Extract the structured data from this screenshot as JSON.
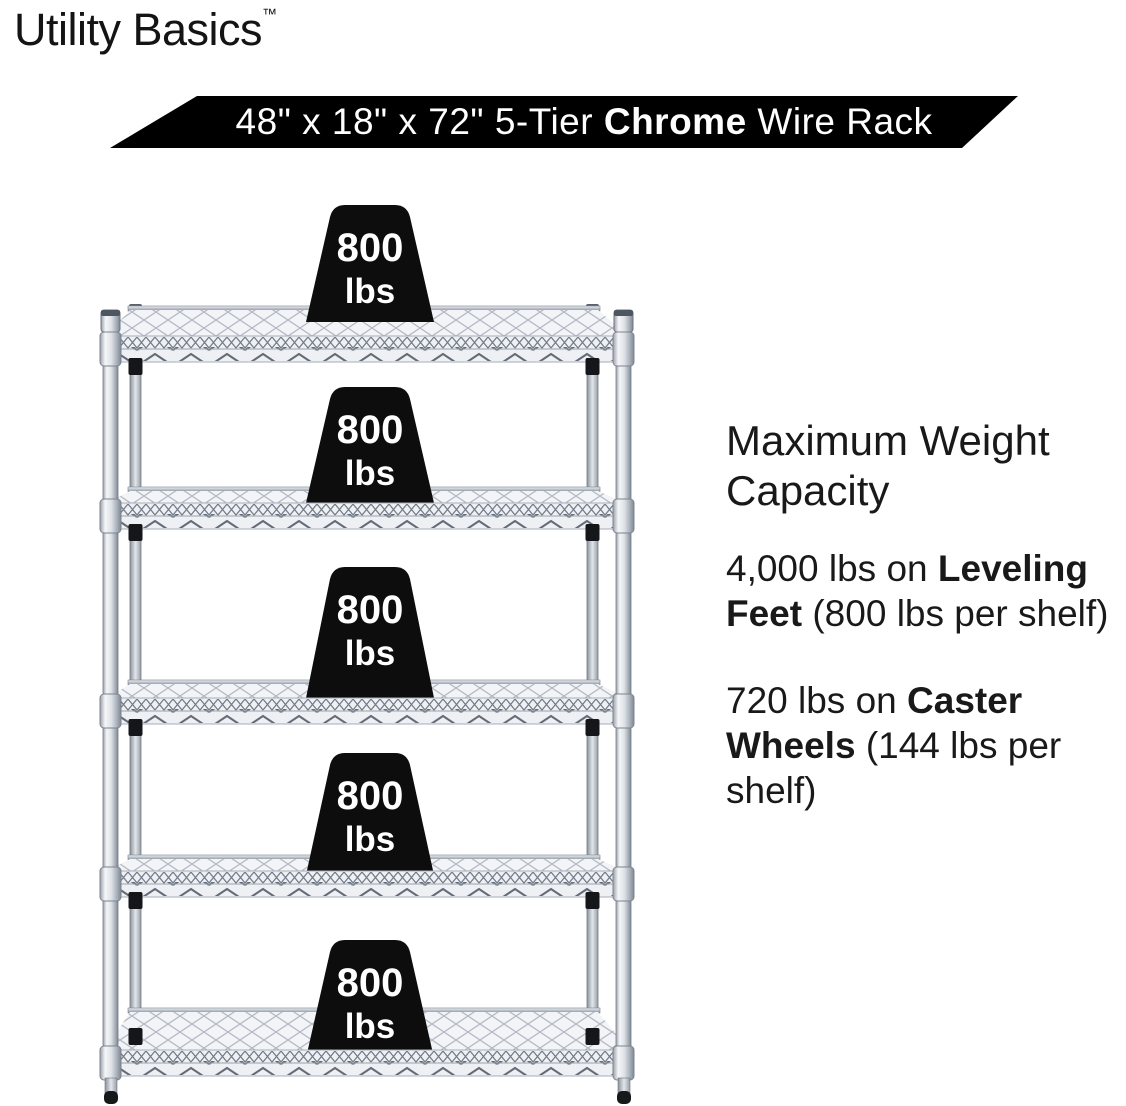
{
  "brand": {
    "name": "Utility Basics",
    "tm": "™"
  },
  "banner": {
    "pre": "48\" x 18\" x 72\" 5-Tier ",
    "bold": "Chrome",
    "post": " Wire Rack"
  },
  "rack": {
    "tiers": 5,
    "per_shelf_capacity": "800 lbs"
  },
  "badges": [
    {
      "value": "800",
      "unit": "lbs"
    },
    {
      "value": "800",
      "unit": "lbs"
    },
    {
      "value": "800",
      "unit": "lbs"
    },
    {
      "value": "800",
      "unit": "lbs"
    },
    {
      "value": "800",
      "unit": "lbs"
    }
  ],
  "specs": {
    "heading": "Maximum Weight Capacity",
    "p1": {
      "pre": "4,000 lbs on ",
      "bold": "Leveling Feet",
      "post": " (800 lbs per shelf)"
    },
    "p2": {
      "pre": "720 lbs on ",
      "bold": "Caster Wheels",
      "post": " (144 lbs per shelf)"
    }
  },
  "colors": {
    "background": "#ffffff",
    "banner_bg": "#000000",
    "banner_text": "#ffffff",
    "badge_bg": "#0d0d0d",
    "badge_text": "#ffffff",
    "body_text": "#191919",
    "chrome_light": "#eef0f3",
    "chrome_mid": "#b9c0c9",
    "chrome_dark": "#79818d"
  }
}
